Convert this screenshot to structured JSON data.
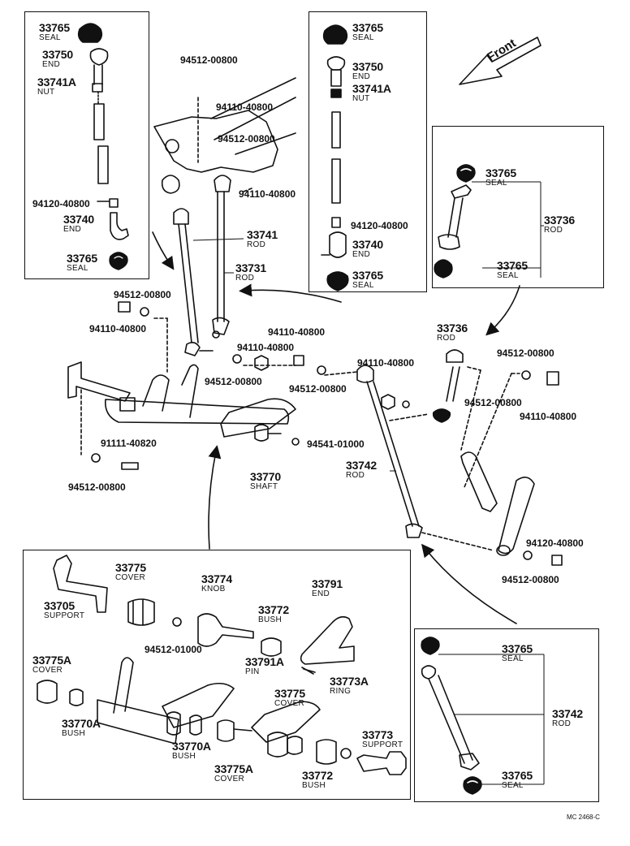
{
  "diagram": {
    "direction_label": "Front",
    "drawing_code": "MC 2468-C",
    "parts": {
      "seal_33765": {
        "number": "33765",
        "name": "SEAL"
      },
      "end_33750": {
        "number": "33750",
        "name": "END"
      },
      "nut_33741A": {
        "number": "33741A",
        "name": "NUT"
      },
      "nut_94120": {
        "number": "94120-40800"
      },
      "end_33740": {
        "number": "33740",
        "name": "END"
      },
      "rod_33741": {
        "number": "33741",
        "name": "ROD"
      },
      "rod_33731": {
        "number": "33731",
        "name": "ROD"
      },
      "nut_94110": {
        "number": "94110-40800"
      },
      "washer_94512": {
        "number": "94512-00800"
      },
      "rod_33736": {
        "number": "33736",
        "name": "ROD"
      },
      "bolt_91111": {
        "number": "91111-40820"
      },
      "shaft_33770": {
        "number": "33770",
        "name": "SHAFT"
      },
      "washer_94541": {
        "number": "94541-01000"
      },
      "rod_33742": {
        "number": "33742",
        "name": "ROD"
      },
      "cover_33775": {
        "number": "33775",
        "name": "COVER"
      },
      "support_33705": {
        "number": "33705",
        "name": "SUPPORT"
      },
      "knob_33774": {
        "number": "33774",
        "name": "KNOB"
      },
      "washer_94512_01000": {
        "number": "94512-01000"
      },
      "bush_33772": {
        "number": "33772",
        "name": "BUSH"
      },
      "end_33791": {
        "number": "33791",
        "name": "END"
      },
      "pin_33791A": {
        "number": "33791A",
        "name": "PIN"
      },
      "cover_33775A": {
        "number": "33775A",
        "name": "COVER"
      },
      "bush_33770A": {
        "number": "33770A",
        "name": "BUSH"
      },
      "ring_33773A": {
        "number": "33773A",
        "name": "RING"
      },
      "support_33773": {
        "number": "33773",
        "name": "SUPPORT"
      }
    }
  }
}
